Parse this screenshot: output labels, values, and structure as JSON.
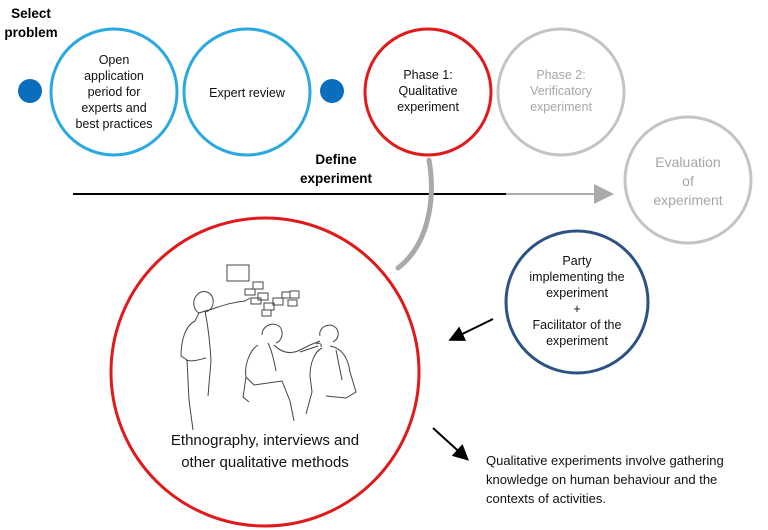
{
  "colors": {
    "blue_dot": "#0a6ebd",
    "cyan_circle": "#29a9e0",
    "red_circle": "#e01a1a",
    "gray_circle": "#c4c4c4",
    "navy_circle": "#2c5282",
    "gray_text": "#a6a6a6",
    "arrow_gray": "#aaaaaa"
  },
  "labels": {
    "select_problem": "Select problem",
    "open_application": "Open application period for experts and best practices",
    "expert_review": "Expert review",
    "phase1": "Phase 1: Qualitative experiment",
    "phase2": "Phase 2: Verificatory experiment",
    "define_experiment": "Define experiment",
    "evaluation": "Evaluation of experiment",
    "party": "Party implementing the experiment + Facilitator of the experiment",
    "methods": "Ethnography, interviews and other qualitative methods",
    "note": "Qualitative experiments involve gathering knowledge on human behaviour and the contexts of activities."
  },
  "lines": {
    "open_application": [
      "Open",
      "application",
      "period for",
      "experts and",
      "best practices"
    ],
    "phase1": [
      "Phase 1:",
      "Qualitative",
      "experiment"
    ],
    "phase2": [
      "Phase 2:",
      "Verificatory",
      "experiment"
    ],
    "evaluation": [
      "Evaluation",
      "of",
      "experiment"
    ],
    "party": [
      "Party",
      "implementing the",
      "experiment",
      "+",
      "Facilitator of the",
      "experiment"
    ],
    "methods": [
      "Ethnography, interviews and",
      "other qualitative methods"
    ],
    "note": [
      "Qualitative experiments involve gathering",
      "knowledge on human behaviour and the",
      "contexts of activities."
    ],
    "select_problem": [
      "Select",
      "problem"
    ],
    "define_experiment": [
      "Define",
      "experiment"
    ]
  },
  "illustration": "sketch-of-people-interview-icon"
}
